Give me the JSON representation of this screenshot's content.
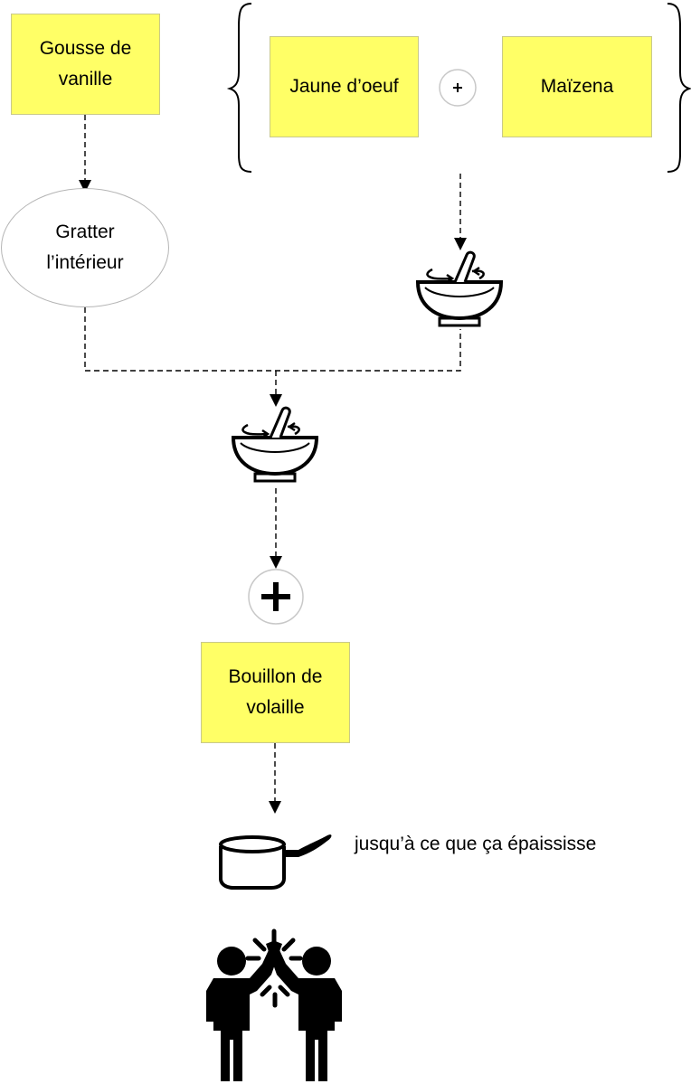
{
  "nodes": {
    "gousse": {
      "label": "Gousse de\nvanille"
    },
    "jaune": {
      "label": "Jaune d’oeuf"
    },
    "maizena": {
      "label": "Maïzena"
    },
    "gratter": {
      "label": "Gratter\nl’intérieur"
    },
    "bouillon": {
      "label": "Bouillon de\nvolaille"
    },
    "epaissir": {
      "label": "jusqu’à ce que ça épaississe"
    }
  },
  "colors": {
    "ingredient_fill": "#ffff66",
    "ingredient_border": "#c9c98a",
    "ellipse_border": "#b5b5b5",
    "line": "#000000"
  },
  "icons": [
    "plus-circle-icon",
    "mixing-bowl-icon",
    "saucepan-icon",
    "high-five-icon"
  ]
}
